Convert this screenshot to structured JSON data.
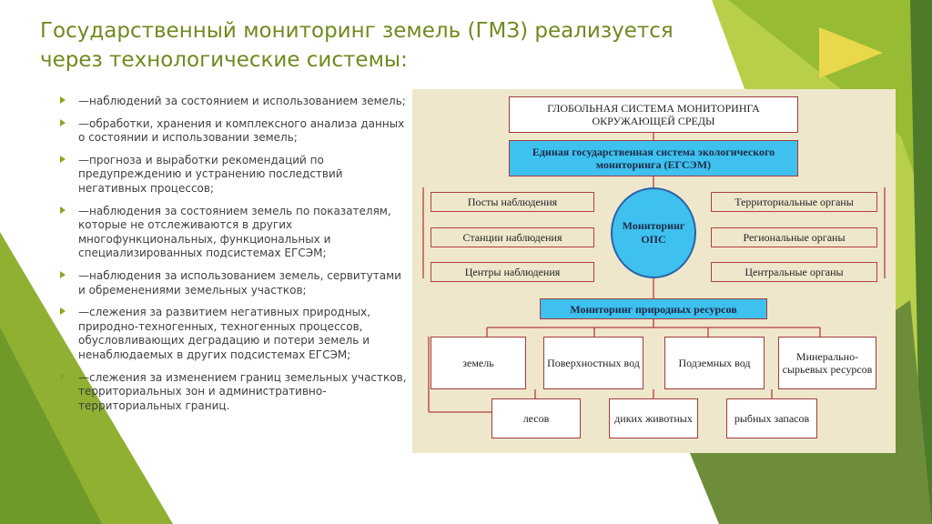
{
  "title": "Государственный мониторинг земель (ГМЗ) реализуется через технологические системы:",
  "bullets": [
    "—наблюдений за состоянием и использованием земель;",
    "—обработки, хранения и комплексного анализа данных о состоянии и использовании земель;",
    "—прогноза и выработки рекомендаций по предупреждению и устранению последствий негативных процессов;",
    "—наблюдения за состоянием земель по показателям, которые не отслеживаются в других многофункциональных, функциональных и специализированных подсистемах ЕГСЭМ;",
    "—наблюдения за использованием земель, сервитутами и обременениями земельных участков;",
    "—слежения за развитием негативных природных, природно-техногенных, техногенных процессов, обусловливающих деградацию и потери земель и ненаблюдаемых в других подсистемах ЕГСЭМ;",
    "—слежения за изменением границ земельных участков, территориальных зон и административно-территориальных границ."
  ],
  "diagram": {
    "top": "ГЛОБОЛЬНАЯ СИСТЕМА МОНИТОРИНГА ОКРУЖАЮЩЕЙ СРЕДЫ",
    "egsem": "Единая государственная система экологического мониторинга (ЕГСЭМ)",
    "center": "Мониторинг ОПС",
    "left": [
      "Посты наблюдения",
      "Станции наблюдения",
      "Центры наблюдения"
    ],
    "right": [
      "Территориальные органы",
      "Региональные органы",
      "Центральные органы"
    ],
    "resources": "Мониторинг природных ресурсов",
    "row1": [
      "земель",
      "Поверхностных вод",
      "Подземных вод",
      "Минерально-сырьевых ресурсов"
    ],
    "row2": [
      "лесов",
      "диких животных",
      "рыбных запасов"
    ]
  },
  "colors": {
    "title": "#6f8a1e",
    "bullet_marker": "#8aa41f",
    "diagram_bg": "#efe7cc",
    "blue_box": "#3ec1ee",
    "box_border": "#a33a3a"
  }
}
